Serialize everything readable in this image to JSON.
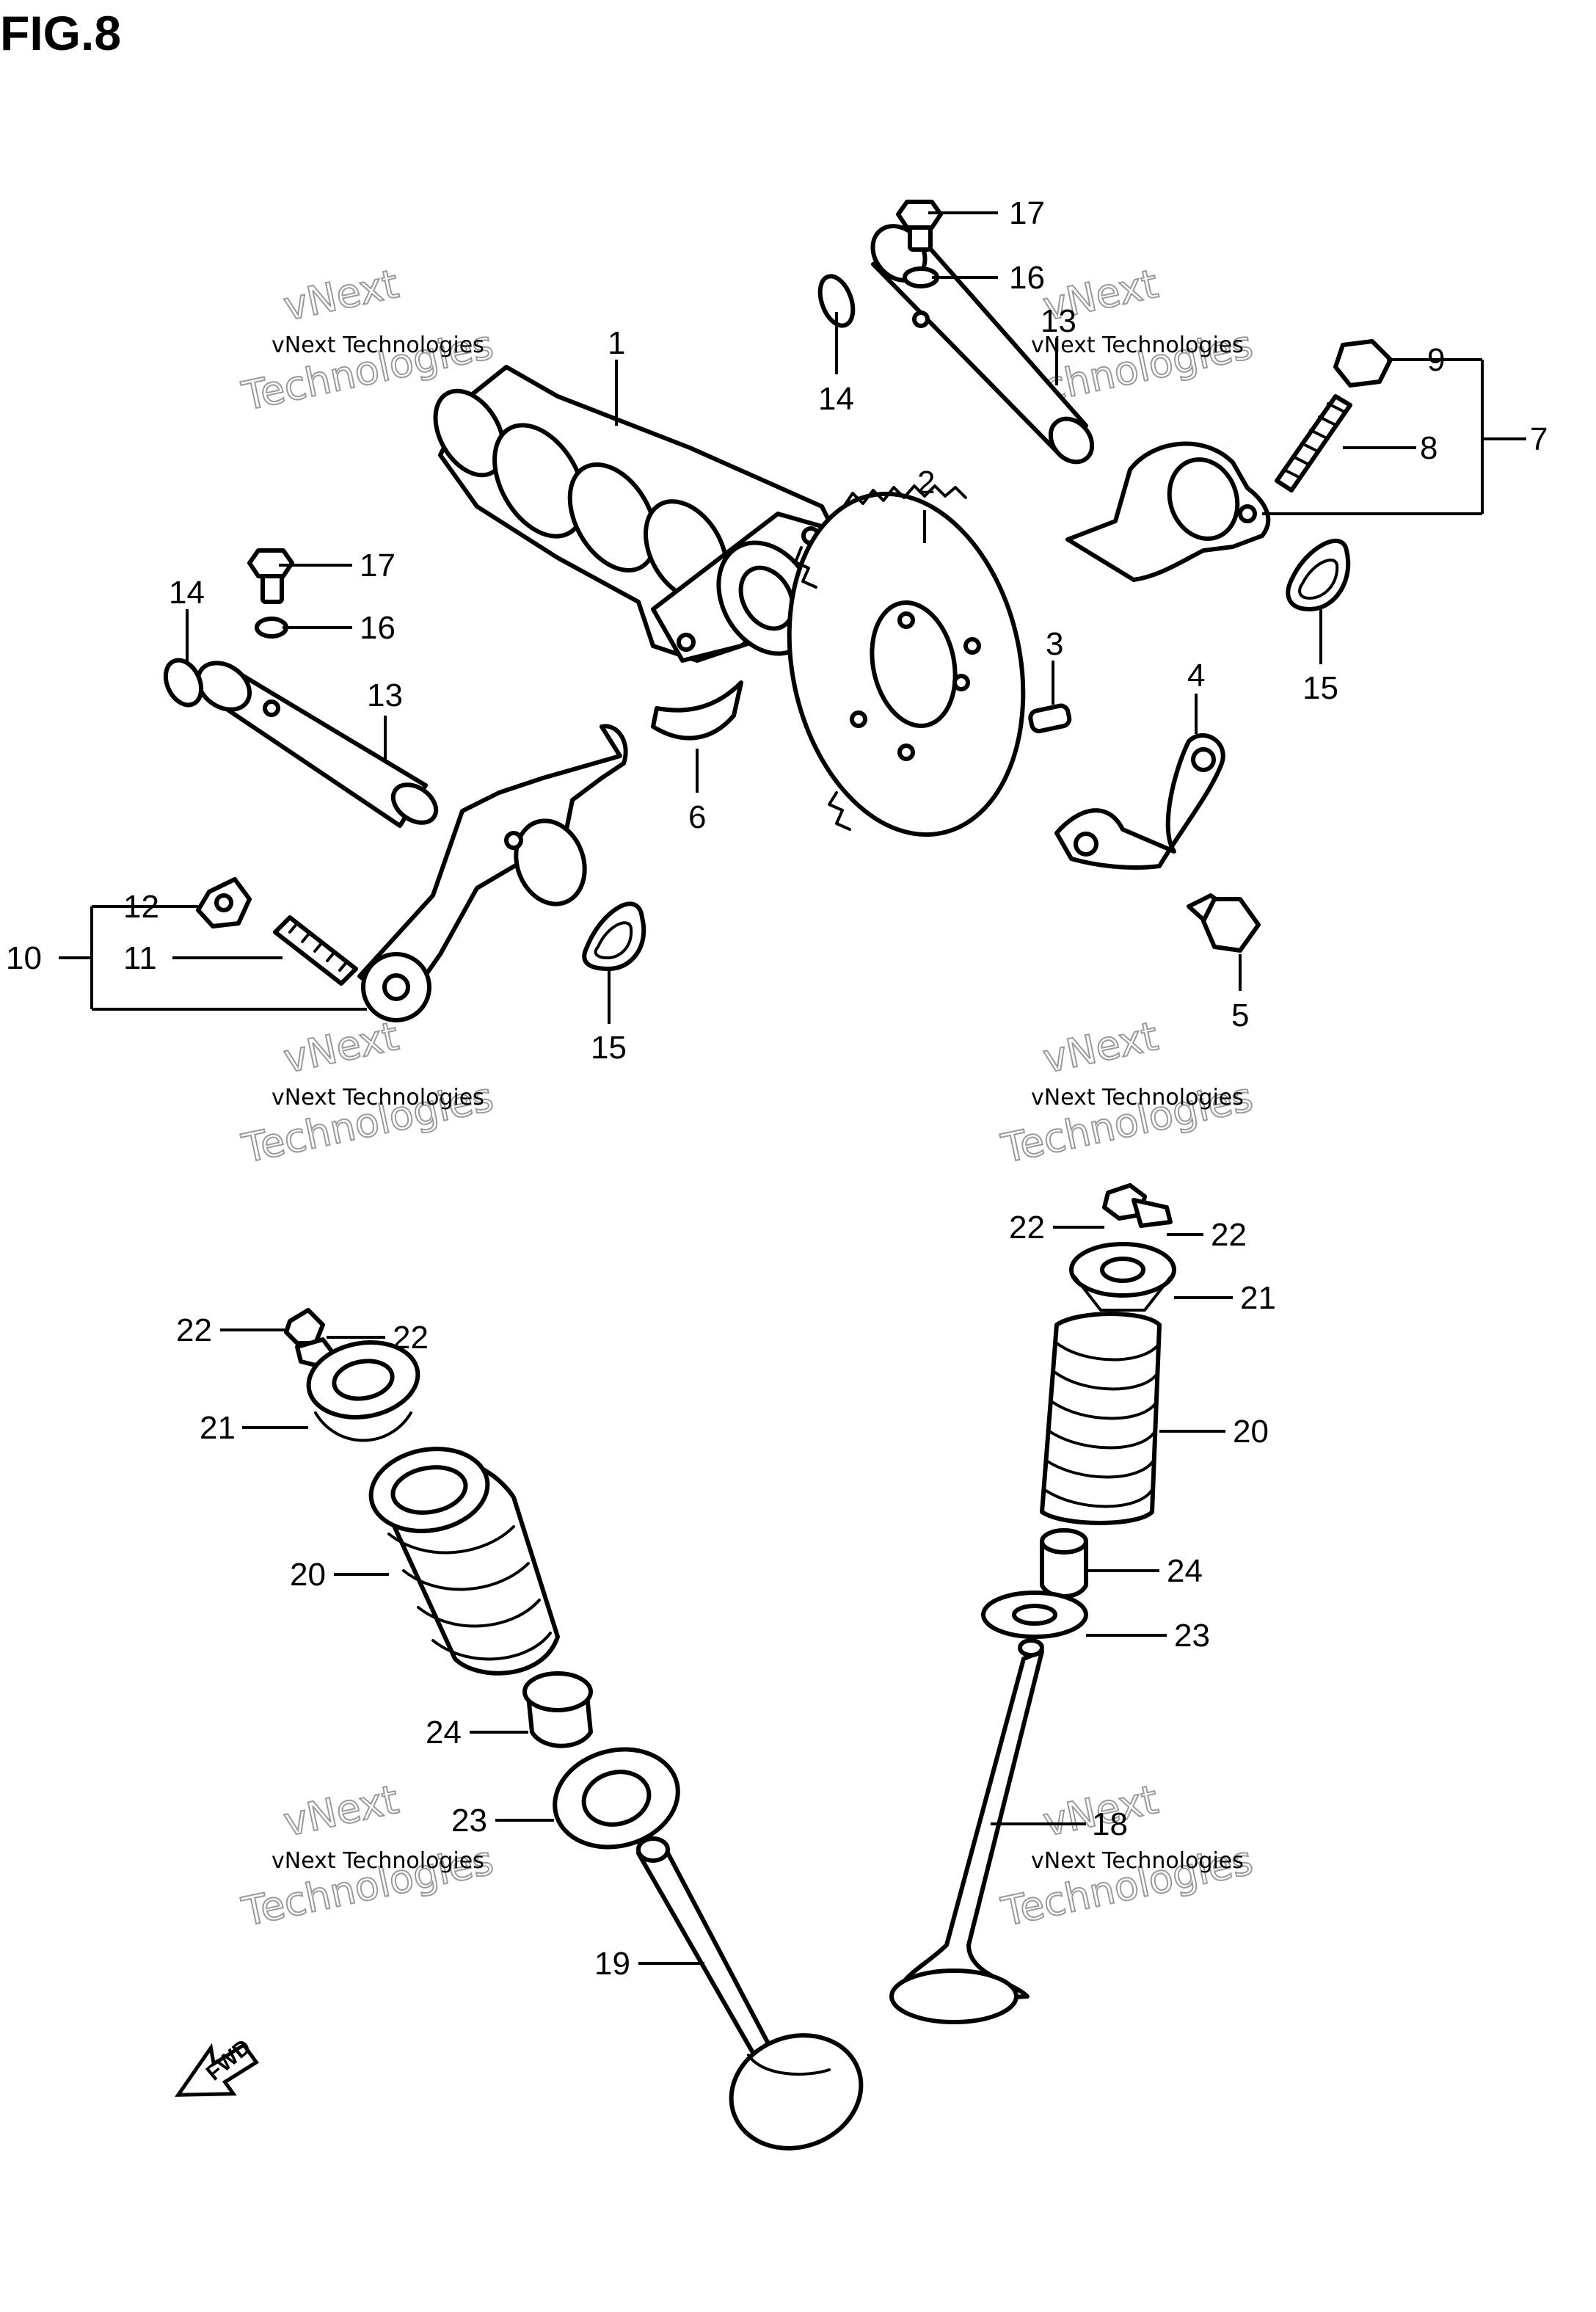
{
  "figure": {
    "title": "FIG.8"
  },
  "direction": {
    "label": "FWD"
  },
  "watermark": {
    "line1": "vNext Technologies",
    "line2": "vNext",
    "line3": "Technologies"
  },
  "callouts": {
    "n1": "1",
    "n2": "2",
    "n3": "3",
    "n4": "4",
    "n5": "5",
    "n6": "6",
    "n7": "7",
    "n8": "8",
    "n9": "9",
    "n10": "10",
    "n11": "11",
    "n12": "12",
    "n13": "13",
    "n14": "14",
    "n15": "15",
    "n16": "16",
    "n17": "17",
    "n18": "18",
    "n19": "19",
    "n20": "20",
    "n21": "21",
    "n22": "22",
    "n23": "23",
    "n24": "24"
  }
}
